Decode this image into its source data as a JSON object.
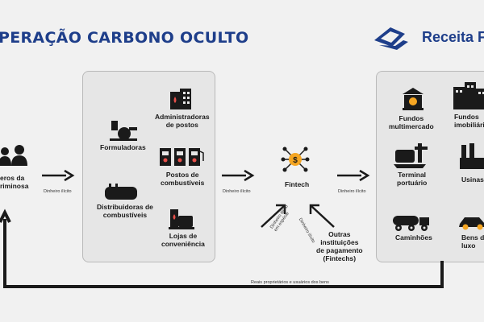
{
  "header": {
    "title": "PERAÇÃO CARBONO OCULTO",
    "brand": "Receita Fed"
  },
  "left_label": {
    "line1": "eros da",
    "line2": "riminosa"
  },
  "middle_box": {
    "formuladoras": "Formuladoras",
    "administradoras_l1": "Administradoras",
    "administradoras_l2": "de postos",
    "distribuidoras_l1": "Distribuidoras de",
    "distribuidoras_l2": "combustíveis",
    "postos_l1": "Postos de",
    "postos_l2": "combustíveis",
    "lojas_l1": "Lojas de",
    "lojas_l2": "conveniência"
  },
  "fintech": "Fintech",
  "outras": {
    "l1": "Outras",
    "l2": "instituições",
    "l3": "de pagamento",
    "l4": "(Fintechs)"
  },
  "right_box": {
    "fundos_multi_l1": "Fundos",
    "fundos_multi_l2": "multimercado",
    "fundos_imob_l1": "Fundos",
    "fundos_imob_l2": "imobiliário",
    "terminal_l1": "Terminal",
    "terminal_l2": "portuário",
    "usinas": "Usinas",
    "caminhoes": "Caminhões",
    "bens_l1": "Bens de",
    "bens_l2": "luxo"
  },
  "flows": {
    "dinheiro_ilicito_1": "Dinheiro ilícito",
    "dinheiro_ilicito_2": "Dinheiro ilícito",
    "dinheiro_ilicito_3": "Dinheiro ilícito",
    "dinheiro_especie": "Dinheiro ilícito em espécie",
    "dinheiro_ilicito_diag": "Dinheiro ilícito",
    "bottom": "Reais proprietários e usuários dos bens"
  },
  "colors": {
    "brand_blue": "#1e3e8a",
    "icon_dark": "#1a1a1a",
    "money_orange": "#f5a623"
  }
}
